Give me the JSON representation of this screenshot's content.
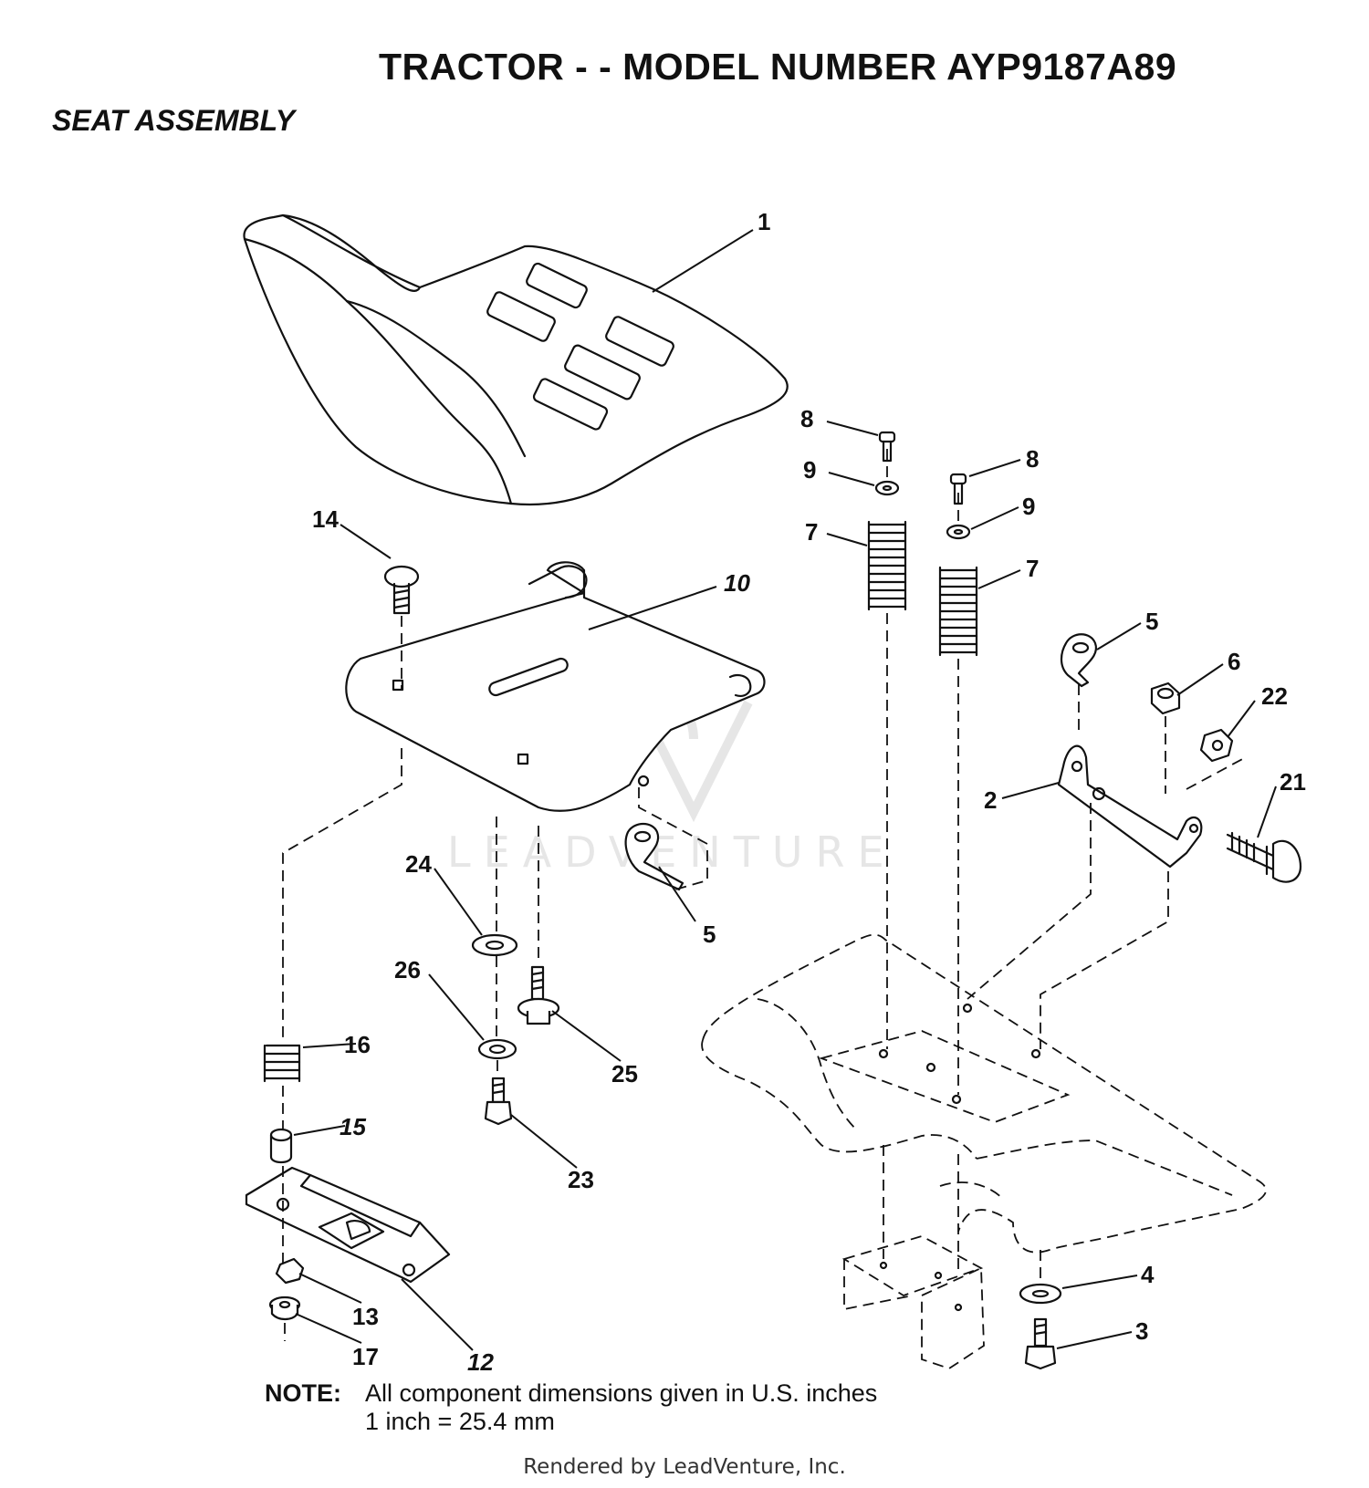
{
  "header": {
    "title": "TRACTOR - - MODEL NUMBER AYP9187A89",
    "subtitle": "SEAT ASSEMBLY"
  },
  "watermark": "LEADVENTURE",
  "note": {
    "label": "NOTE:",
    "line1": "All component dimensions given in U.S. inches",
    "line2": "1 inch = 25.4 mm"
  },
  "footer": "Rendered by LeadVenture, Inc.",
  "callouts": {
    "c1": "1",
    "c2": "2",
    "c3": "3",
    "c4": "4",
    "c5a": "5",
    "c5b": "5",
    "c6": "6",
    "c7a": "7",
    "c7b": "7",
    "c8a": "8",
    "c8b": "8",
    "c9a": "9",
    "c9b": "9",
    "c10": "10",
    "c12": "12",
    "c13": "13",
    "c14": "14",
    "c15": "15",
    "c16": "16",
    "c17": "17",
    "c21": "21",
    "c22": "22",
    "c23": "23",
    "c24": "24",
    "c25": "25",
    "c26": "26"
  }
}
